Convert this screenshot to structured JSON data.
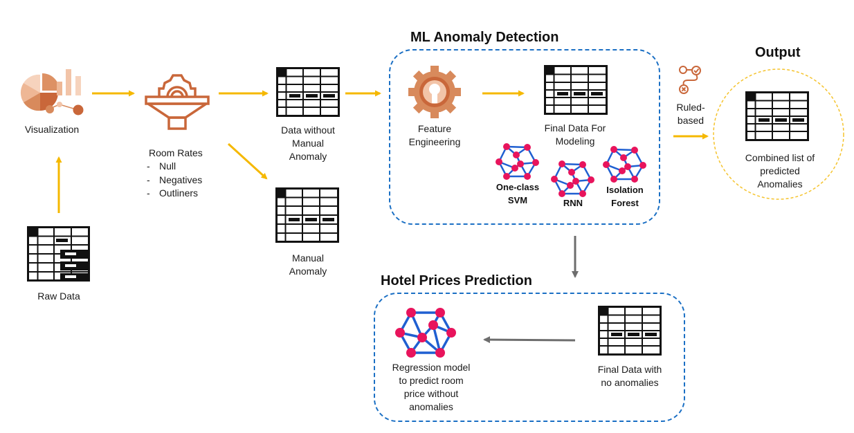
{
  "titles": {
    "ml": "ML Anomaly Detection",
    "output": "Output",
    "hotel": "Hotel Prices Prediction"
  },
  "labels": {
    "visualization": "Visualization",
    "raw_data": "Raw Data",
    "room_rates": "Room Rates",
    "room_rates_items": [
      "Null",
      "Negatives",
      "Outliners"
    ],
    "data_without": [
      "Data without",
      "Manual",
      "Anomaly"
    ],
    "manual_anomaly": [
      "Manual",
      "Anomaly"
    ],
    "feature_engineering": [
      "Feature",
      "Engineering"
    ],
    "final_data_modeling": [
      "Final Data For",
      "Modeling"
    ],
    "ruled_based": [
      "Ruled-",
      "based"
    ],
    "combined": [
      "Combined list of",
      "predicted",
      "Anomalies"
    ],
    "final_data_no_anom": [
      "Final Data with",
      "no anomalies"
    ],
    "regression": [
      "Regression model",
      "to predict room",
      "price without",
      "anomalies"
    ]
  },
  "models": {
    "svm": [
      "One-class",
      "SVM"
    ],
    "rnn": "RNN",
    "iso": [
      "Isolation",
      "Forest"
    ]
  },
  "colors": {
    "arrow_yellow": "#f5b800",
    "arrow_gray": "#6d6d6d",
    "dash_blue": "#1a6fc4",
    "circle_yellow": "#f5c32c",
    "icon_orange": "#c9673a",
    "icon_peach": "#e9a882",
    "node_pink": "#e8145c",
    "edge_blue": "#1f5fd1"
  }
}
